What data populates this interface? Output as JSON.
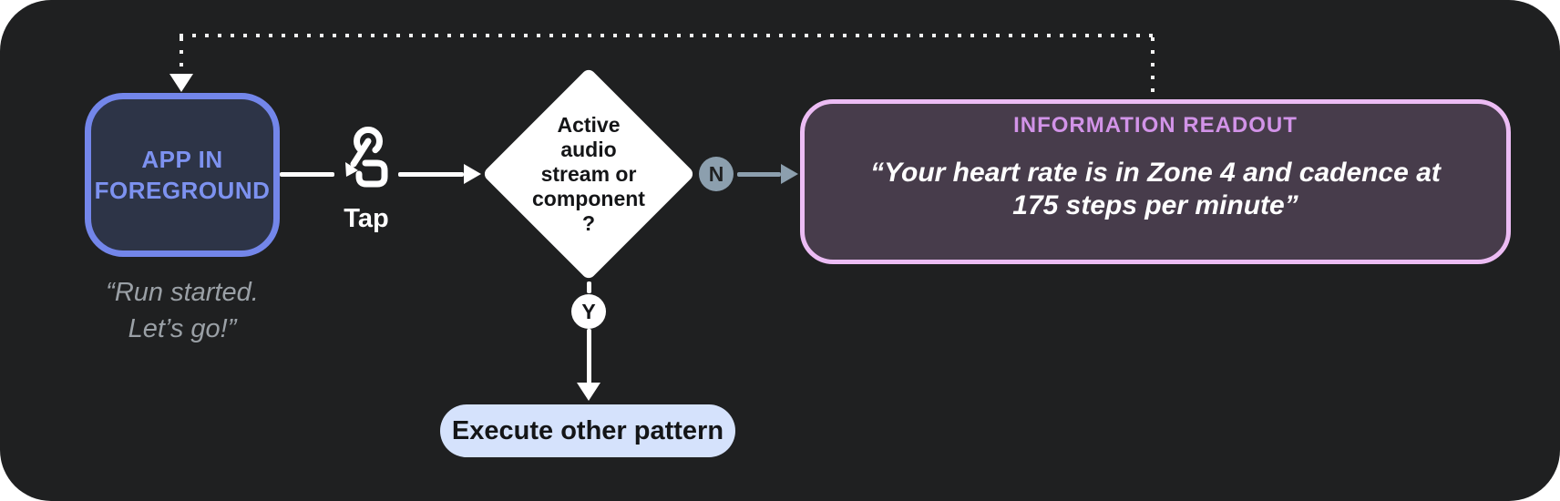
{
  "diagram": {
    "app_node": {
      "label": "APP IN FOREGROUND",
      "caption": "“Run started.\nLet’s go!”"
    },
    "tap": {
      "label": "Tap",
      "icon": "tap-gesture-icon"
    },
    "decision": {
      "label": "Active\naudio\nstream or\ncomponent\n?"
    },
    "branches": {
      "no": "N",
      "yes": "Y"
    },
    "readout": {
      "title": "INFORMATION READOUT",
      "quote": "“Your heart rate is in Zone 4 and cadence at\n175 steps per minute”"
    },
    "execute_pill": {
      "label": "Execute other pattern"
    }
  },
  "colors": {
    "canvas_bg": "#1f2021",
    "page_bg": "#ffffff",
    "app_border": "#7386ea",
    "app_fill": "#2d3447",
    "app_text": "#7d92f0",
    "caption_text": "#9aa0a6",
    "diamond_fill": "#ffffff",
    "n_badge": "#8c9fae",
    "y_badge": "#ffffff",
    "readout_border": "#ecbcf4",
    "readout_fill": "#473c4b",
    "readout_title": "#d293e8",
    "pill_bg": "#d5e2fc",
    "arrow_white": "#ffffff",
    "text_dark": "#141517"
  }
}
